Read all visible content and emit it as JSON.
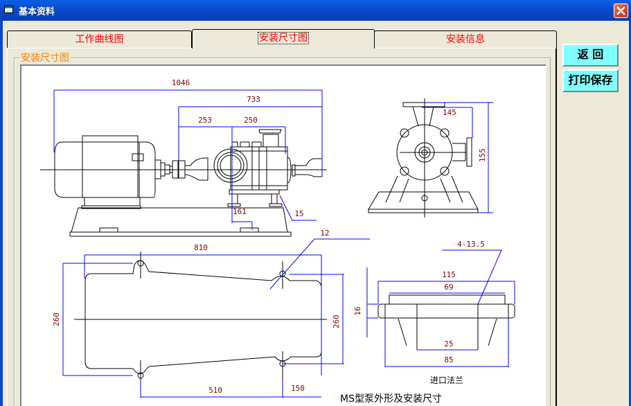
{
  "window": {
    "title": "基本资料",
    "close_icon": "close-icon"
  },
  "tabs": [
    {
      "label": "工作曲线图",
      "active": false
    },
    {
      "label": "安装尺寸图",
      "active": true
    },
    {
      "label": "安装信息",
      "active": false
    }
  ],
  "group": {
    "label": "安装尺寸图"
  },
  "buttons": {
    "back": "返  回",
    "print_save": "打印保存"
  },
  "drawing": {
    "side_view_dims": {
      "overall_length": "1046",
      "pump_length": "733",
      "d1": "253",
      "d2": "250",
      "d_foot": "161",
      "d_height": "15"
    },
    "end_view_dims": {
      "outlet_offset": "145",
      "height": "155"
    },
    "base_dims": {
      "length": "810",
      "hole_dia": "12",
      "width_left": "260",
      "width_right": "260",
      "hole_spacing": "510",
      "end_offset": "150"
    },
    "flange_dims": {
      "bolt_holes": "4-13.5",
      "outer_dia": "115",
      "raised_face": "69",
      "thickness": "16",
      "bore": "25",
      "bolt_circle": "85"
    },
    "flange_caption": "进口法兰",
    "main_caption": "MS型泵外形及安装尺寸"
  }
}
